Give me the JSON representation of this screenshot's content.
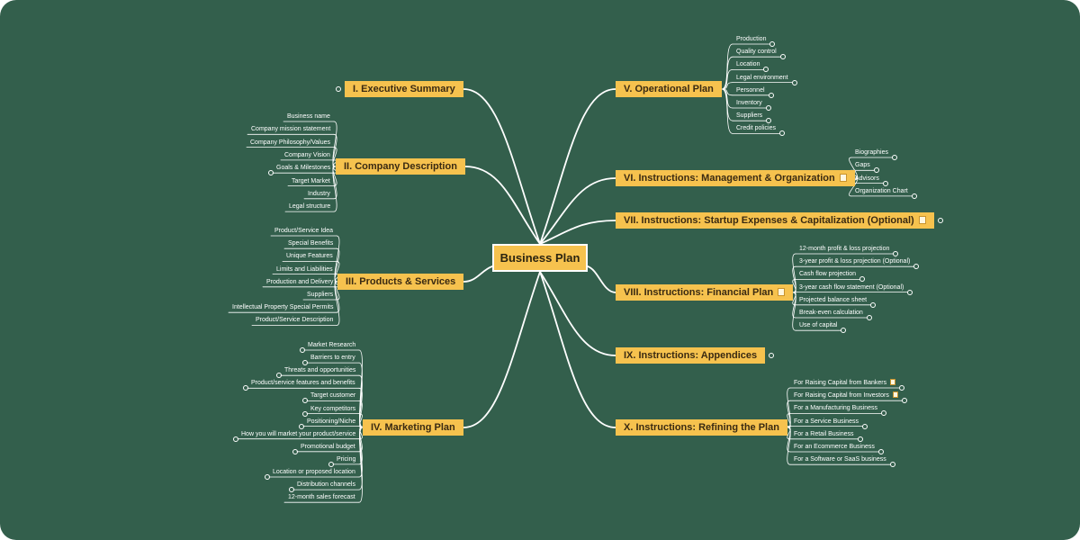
{
  "root": {
    "label": "Business Plan"
  },
  "branches": [
    {
      "id": "b1",
      "label": "I. Executive Summary",
      "has_note": false,
      "badge": true,
      "items": []
    },
    {
      "id": "b2",
      "label": "II. Company Description",
      "has_note": false,
      "badge": false,
      "items": [
        {
          "label": "Business name",
          "badge": false
        },
        {
          "label": "Company mission statement",
          "badge": false
        },
        {
          "label": "Company Philosophy/Values",
          "badge": false
        },
        {
          "label": "Company Vision",
          "badge": false
        },
        {
          "label": "Goals & Milestones",
          "badge": true
        },
        {
          "label": "Target Market",
          "badge": false
        },
        {
          "label": "Industry",
          "badge": false
        },
        {
          "label": "Legal structure",
          "badge": false
        }
      ]
    },
    {
      "id": "b3",
      "label": "III. Products & Services",
      "has_note": false,
      "badge": false,
      "items": [
        {
          "label": "Product/Service Idea",
          "badge": false
        },
        {
          "label": "Special Benefits",
          "badge": false
        },
        {
          "label": "Unique Features",
          "badge": false
        },
        {
          "label": "Limits and Liabilities",
          "badge": false
        },
        {
          "label": "Production and Delivery",
          "badge": false
        },
        {
          "label": "Suppliers",
          "badge": false
        },
        {
          "label": "Intellectual Property Special Permits",
          "badge": false
        },
        {
          "label": "Product/Service Description",
          "badge": false
        }
      ]
    },
    {
      "id": "b4",
      "label": "IV. Marketing Plan",
      "has_note": false,
      "badge": false,
      "items": [
        {
          "label": "Market Research",
          "badge": true
        },
        {
          "label": "Barriers to entry",
          "badge": true
        },
        {
          "label": "Threats and opportunities",
          "badge": true
        },
        {
          "label": "Product/service features and benefits",
          "badge": true
        },
        {
          "label": "Target customer",
          "badge": true
        },
        {
          "label": "Key competitors",
          "badge": true
        },
        {
          "label": "Positioning/Niche",
          "badge": true
        },
        {
          "label": "How you will market your product/service",
          "badge": true
        },
        {
          "label": "Promotional budget",
          "badge": true
        },
        {
          "label": "Pricing",
          "badge": true
        },
        {
          "label": "Location or proposed location",
          "badge": true
        },
        {
          "label": "Distribution channels",
          "badge": true
        },
        {
          "label": "12-month sales forecast",
          "badge": false
        }
      ]
    },
    {
      "id": "b5",
      "label": "V. Operational Plan",
      "has_note": false,
      "badge": false,
      "items": [
        {
          "label": "Production",
          "badge": true
        },
        {
          "label": "Quality control",
          "badge": true
        },
        {
          "label": "Location",
          "badge": true
        },
        {
          "label": "Legal environment",
          "badge": true
        },
        {
          "label": "Personnel",
          "badge": true
        },
        {
          "label": "Inventory",
          "badge": true
        },
        {
          "label": "Suppliers",
          "badge": true
        },
        {
          "label": "Credit policies",
          "badge": true
        }
      ]
    },
    {
      "id": "b6",
      "label": "VI. Instructions: Management & Organization",
      "has_note": true,
      "badge": false,
      "items": [
        {
          "label": "Biographies",
          "badge": true
        },
        {
          "label": "Gaps",
          "badge": true
        },
        {
          "label": "Advisors",
          "badge": true
        },
        {
          "label": "Organization Chart",
          "badge": true
        }
      ]
    },
    {
      "id": "b7",
      "label": "VII. Instructions: Startup Expenses & Capitalization (Optional)",
      "has_note": true,
      "badge": true,
      "items": []
    },
    {
      "id": "b8",
      "label": "VIII. Instructions: Financial Plan",
      "has_note": true,
      "badge": false,
      "items": [
        {
          "label": "12-month profit & loss projection",
          "badge": true
        },
        {
          "label": "3-year profit & loss projection (Optional)",
          "badge": true
        },
        {
          "label": "Cash flow projection",
          "badge": true
        },
        {
          "label": "3-year cash flow statement (Optional)",
          "badge": true
        },
        {
          "label": "Projected balance sheet",
          "badge": true
        },
        {
          "label": "Break-even calculation",
          "badge": true
        },
        {
          "label": "Use of capital",
          "badge": true
        }
      ]
    },
    {
      "id": "b9",
      "label": "IX. Instructions: Appendices",
      "has_note": false,
      "badge": true,
      "items": []
    },
    {
      "id": "b10",
      "label": "X. Instructions: Refining the Plan",
      "has_note": false,
      "badge": false,
      "items": [
        {
          "label": "For Raising Capital from Bankers",
          "badge": true,
          "has_note": true
        },
        {
          "label": "For Raising Capital from Investors",
          "badge": true,
          "has_note": true
        },
        {
          "label": "For a Manufacturing Business",
          "badge": true
        },
        {
          "label": "For a Service Business",
          "badge": true
        },
        {
          "label": "For a Retail Business",
          "badge": true
        },
        {
          "label": "For an Ecommerce Business",
          "badge": true
        },
        {
          "label": "For a Software or SaaS business",
          "badge": true
        }
      ]
    }
  ],
  "colors": {
    "background": "#335f4c",
    "topic": "#f6c24e",
    "line": "#ffffff"
  }
}
